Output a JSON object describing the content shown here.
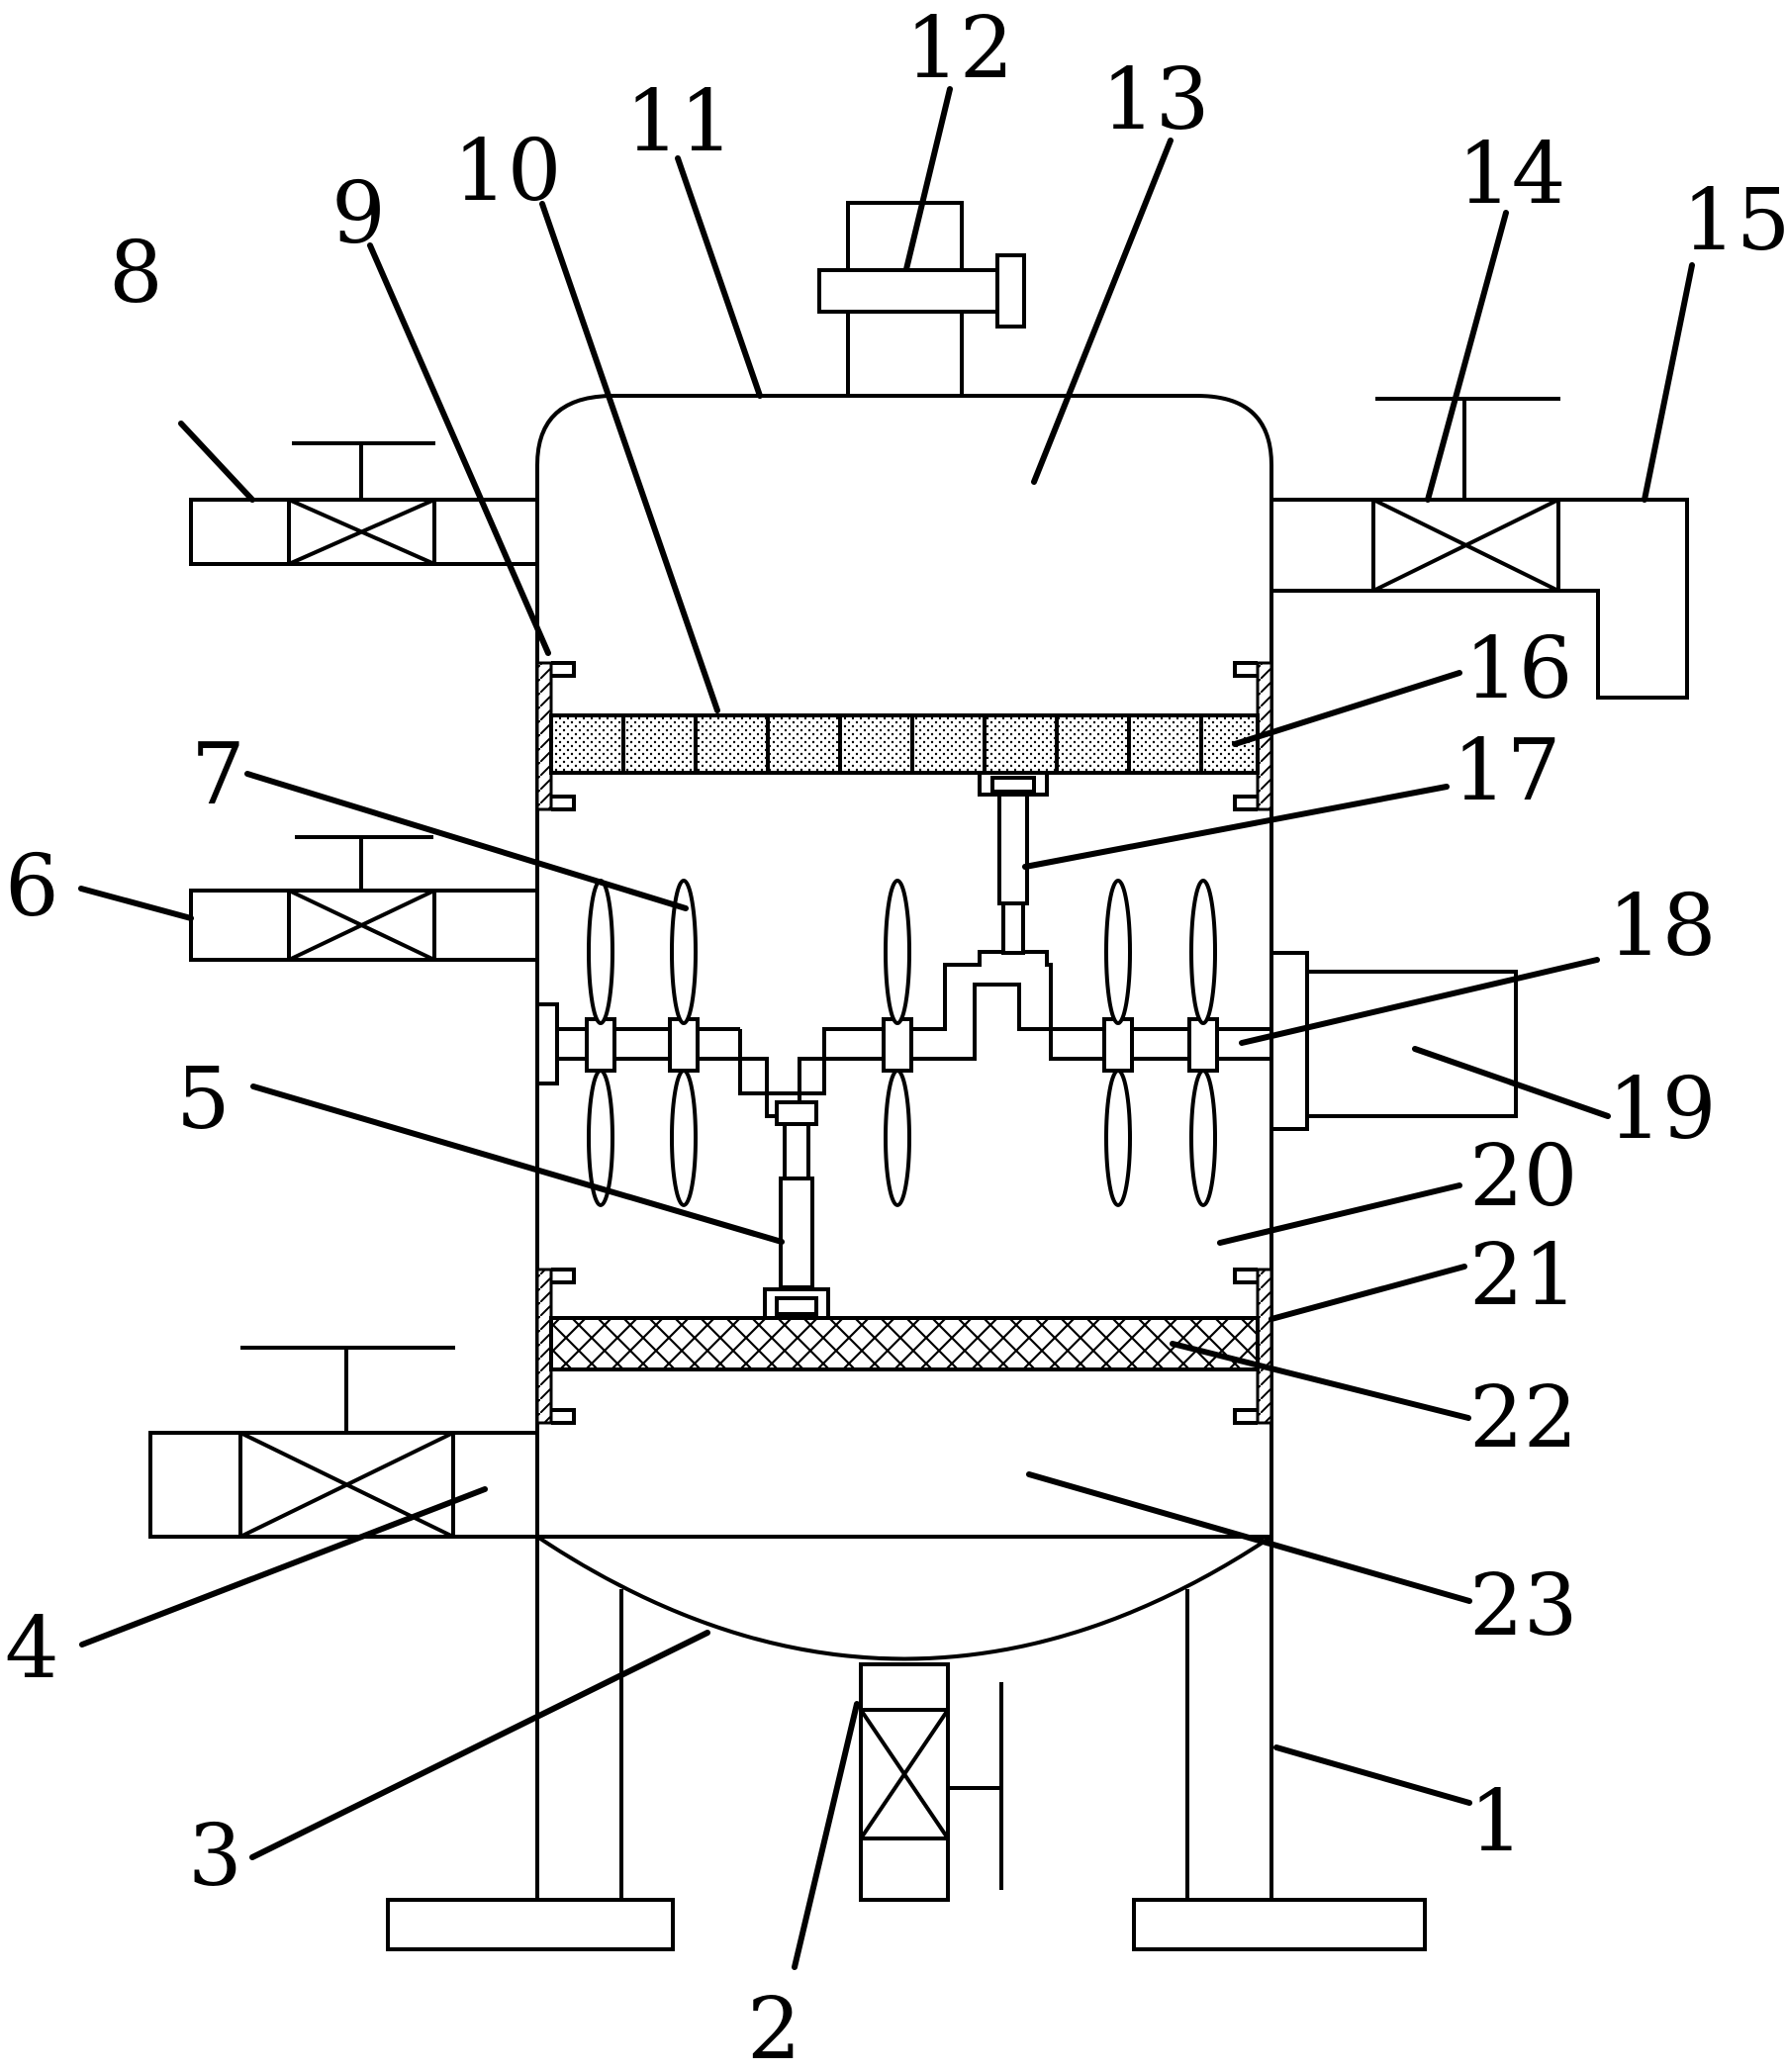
{
  "labels": [
    {
      "id": "1",
      "text": "1"
    },
    {
      "id": "2",
      "text": "2"
    },
    {
      "id": "3",
      "text": "3"
    },
    {
      "id": "4",
      "text": "4"
    },
    {
      "id": "5",
      "text": "5"
    },
    {
      "id": "6",
      "text": "6"
    },
    {
      "id": "7",
      "text": "7"
    },
    {
      "id": "8",
      "text": "8"
    },
    {
      "id": "9",
      "text": "9"
    },
    {
      "id": "10",
      "text": "10"
    },
    {
      "id": "11",
      "text": "11"
    },
    {
      "id": "12",
      "text": "12"
    },
    {
      "id": "13",
      "text": "13"
    },
    {
      "id": "14",
      "text": "14"
    },
    {
      "id": "15",
      "text": "15"
    },
    {
      "id": "16",
      "text": "16"
    },
    {
      "id": "17",
      "text": "17"
    },
    {
      "id": "18",
      "text": "18"
    },
    {
      "id": "19",
      "text": "19"
    },
    {
      "id": "20",
      "text": "20"
    },
    {
      "id": "21",
      "text": "21"
    },
    {
      "id": "22",
      "text": "22"
    },
    {
      "id": "23",
      "text": "23"
    }
  ],
  "colors": {
    "line": "#000000",
    "background": "#ffffff"
  }
}
